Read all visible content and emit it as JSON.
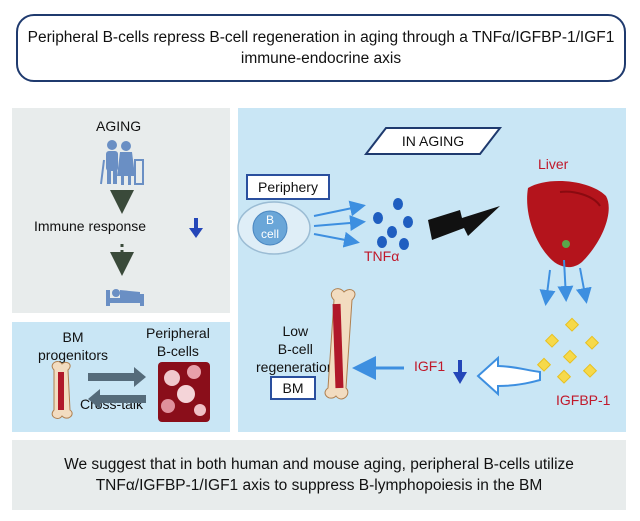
{
  "title": "Peripheral B-cells repress B-cell regeneration in aging through a TNFα/IGFBP-1/IGF1 immune-endocrine axis",
  "left_top": {
    "aging_label": "AGING",
    "immune_response_label": "Immune response"
  },
  "left_bottom": {
    "bm_progenitors_label": [
      "BM",
      "progenitors"
    ],
    "peripheral_bcells_label": [
      "Peripheral",
      "B-cells"
    ],
    "crosstalk_label": "Cross-talk"
  },
  "main": {
    "in_aging_label": "IN AGING",
    "periphery_label": "Periphery",
    "bcell_label": [
      "B",
      "cell"
    ],
    "tnfa_label": "TNFα",
    "liver_label": "Liver",
    "igfbp1_label": "IGFBP-1",
    "igf1_label": "IGF1",
    "low_regen_label": [
      "Low",
      "B-cell",
      "regeneration"
    ],
    "bm_label": "BM"
  },
  "conclusion": "We suggest that in both human and mouse aging, peripheral B-cells utilize TNFα/IGFBP-1/IGF1 axis to suppress B-lymphopoiesis in the BM",
  "colors": {
    "panel_blue": "#c9e6f5",
    "panel_gray": "#e8ecec",
    "arrow_blue": "#3d8fe0",
    "down_arrow": "#2446b8",
    "accent_red": "#c0182a",
    "border_navy": "#1f3a6e"
  }
}
